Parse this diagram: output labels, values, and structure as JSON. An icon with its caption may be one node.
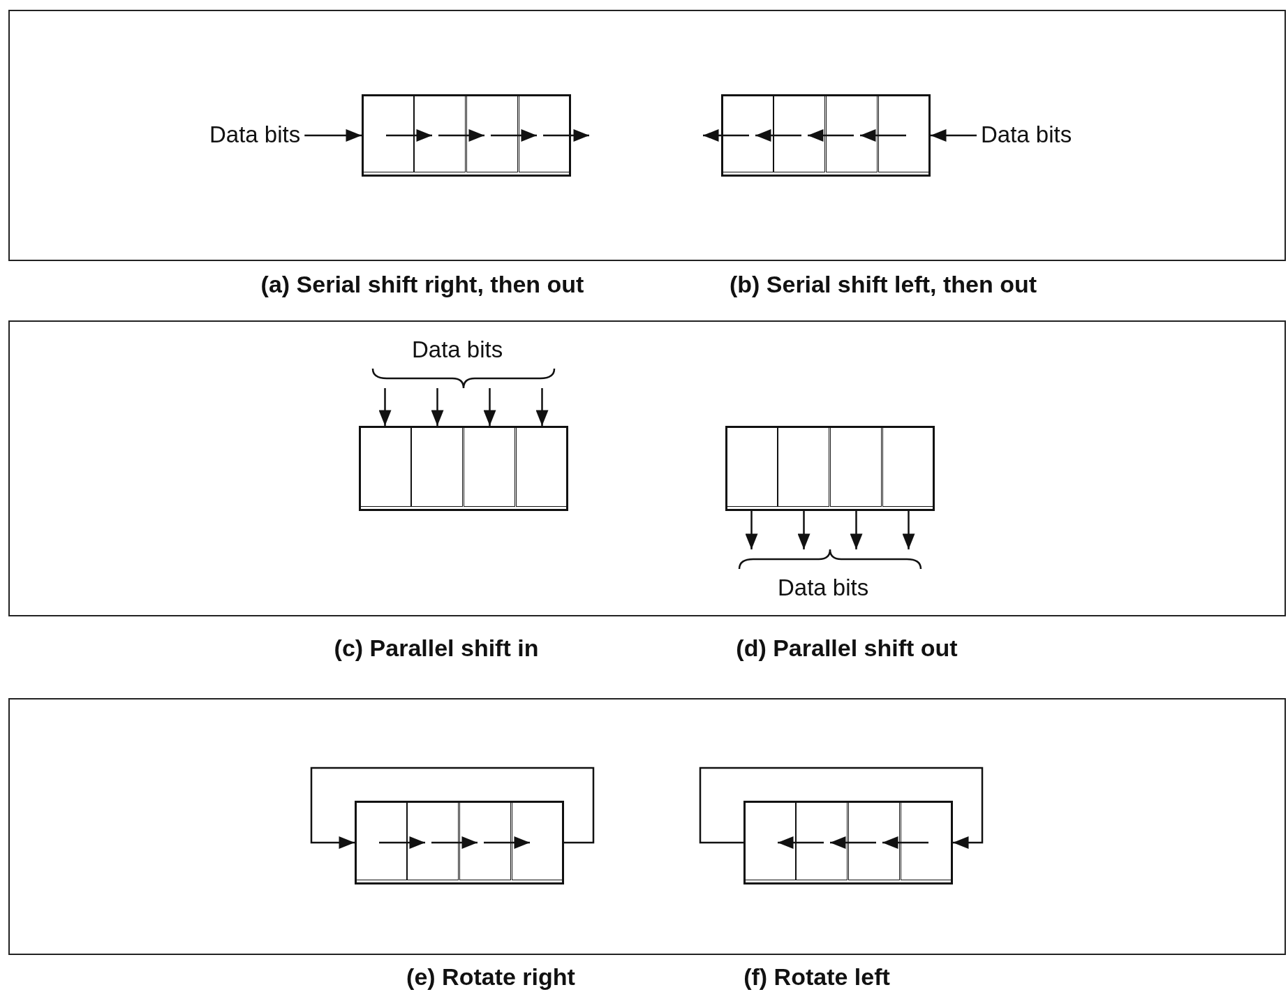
{
  "diagram": {
    "nodes": [
      {
        "text": [],
        "shape": "box"
      },
      {
        "text": [
          "Data bits"
        ],
        "in": 0
      },
      {
        "text": [],
        "shape": "box",
        "in": 0
      },
      {
        "text": [],
        "shape": "box",
        "in": 2
      },
      {
        "text": [],
        "shape": "box",
        "in": 2
      },
      {
        "text": [],
        "shape": "box",
        "in": 2
      },
      {
        "text": [],
        "shape": "box",
        "in": 2
      },
      {
        "text": [],
        "shape": "box",
        "in": 0
      },
      {
        "text": [],
        "shape": "box",
        "in": 7
      },
      {
        "text": [],
        "shape": "box",
        "in": 7
      },
      {
        "text": [],
        "shape": "box",
        "in": 7
      },
      {
        "text": [],
        "shape": "box",
        "in": 7
      },
      {
        "text": [
          "Data bits"
        ],
        "in": 0
      },
      {
        "text": [],
        "shape": "box"
      },
      {
        "text": [
          "Data bits"
        ],
        "in": 13
      },
      {
        "text": [],
        "shape": "box",
        "in": 13
      },
      {
        "text": [],
        "shape": "box",
        "in": 15
      },
      {
        "text": [],
        "shape": "box",
        "in": 15
      },
      {
        "text": [],
        "shape": "box",
        "in": 15
      },
      {
        "text": [],
        "shape": "box",
        "in": 15
      },
      {
        "text": [],
        "shape": "box",
        "in": 13
      },
      {
        "text": [],
        "shape": "box",
        "in": 20
      },
      {
        "text": [],
        "shape": "box",
        "in": 20
      },
      {
        "text": [],
        "shape": "box",
        "in": 20
      },
      {
        "text": [],
        "shape": "box",
        "in": 20
      },
      {
        "text": [
          "Data bits"
        ],
        "in": 13
      },
      {
        "text": [],
        "shape": "box"
      },
      {
        "text": [],
        "shape": "box",
        "in": 26
      },
      {
        "text": [],
        "shape": "box",
        "in": 27
      },
      {
        "text": [],
        "shape": "box",
        "in": 27
      },
      {
        "text": [],
        "shape": "box",
        "in": 27
      },
      {
        "text": [],
        "shape": "box",
        "in": 27
      },
      {
        "text": [],
        "shape": "box",
        "in": 26
      },
      {
        "text": [],
        "shape": "box",
        "in": 32
      },
      {
        "text": [],
        "shape": "box",
        "in": 32
      },
      {
        "text": [],
        "shape": "box",
        "in": 32
      },
      {
        "text": [],
        "shape": "box",
        "in": 32
      }
    ],
    "edges": [
      {
        "from": 1,
        "to": 3,
        "arrow": "to"
      },
      {
        "from": 3,
        "to": 4,
        "arrow": "to"
      },
      {
        "from": 4,
        "to": 5,
        "arrow": "to"
      },
      {
        "from": 5,
        "to": 6,
        "arrow": "to"
      },
      {
        "from": 6,
        "to": null,
        "arrow": "to"
      },
      {
        "from": 12,
        "to": 11,
        "arrow": "to"
      },
      {
        "from": 11,
        "to": 10,
        "arrow": "to"
      },
      {
        "from": 10,
        "to": 9,
        "arrow": "to"
      },
      {
        "from": 9,
        "to": 8,
        "arrow": "to"
      },
      {
        "from": 8,
        "to": null,
        "arrow": "to"
      },
      {
        "from": 14,
        "to": 16,
        "arrow": "to"
      },
      {
        "from": 14,
        "to": 17,
        "arrow": "to"
      },
      {
        "from": 14,
        "to": 18,
        "arrow": "to"
      },
      {
        "from": 14,
        "to": 19,
        "arrow": "to"
      },
      {
        "from": 21,
        "to": 25,
        "arrow": "to"
      },
      {
        "from": 22,
        "to": 25,
        "arrow": "to"
      },
      {
        "from": 23,
        "to": 25,
        "arrow": "to"
      },
      {
        "from": 24,
        "to": 25,
        "arrow": "to"
      },
      {
        "from": 28,
        "to": 29,
        "arrow": "to"
      },
      {
        "from": 29,
        "to": 30,
        "arrow": "to"
      },
      {
        "from": 30,
        "to": 31,
        "arrow": "to"
      },
      {
        "from": 31,
        "to": 28,
        "arrow": "to"
      },
      {
        "from": 36,
        "to": 35,
        "arrow": "to"
      },
      {
        "from": 35,
        "to": 34,
        "arrow": "to"
      },
      {
        "from": 34,
        "to": 33,
        "arrow": "to"
      },
      {
        "from": 33,
        "to": 36,
        "arrow": "to"
      }
    ],
    "labels": [
      "(a) Serial shift right, then out",
      "(b) Serial shift left, then out",
      "(c) Parallel shift in",
      "(d) Parallel shift out",
      "(e) Rotate right",
      "(f) Rotate left"
    ]
  }
}
